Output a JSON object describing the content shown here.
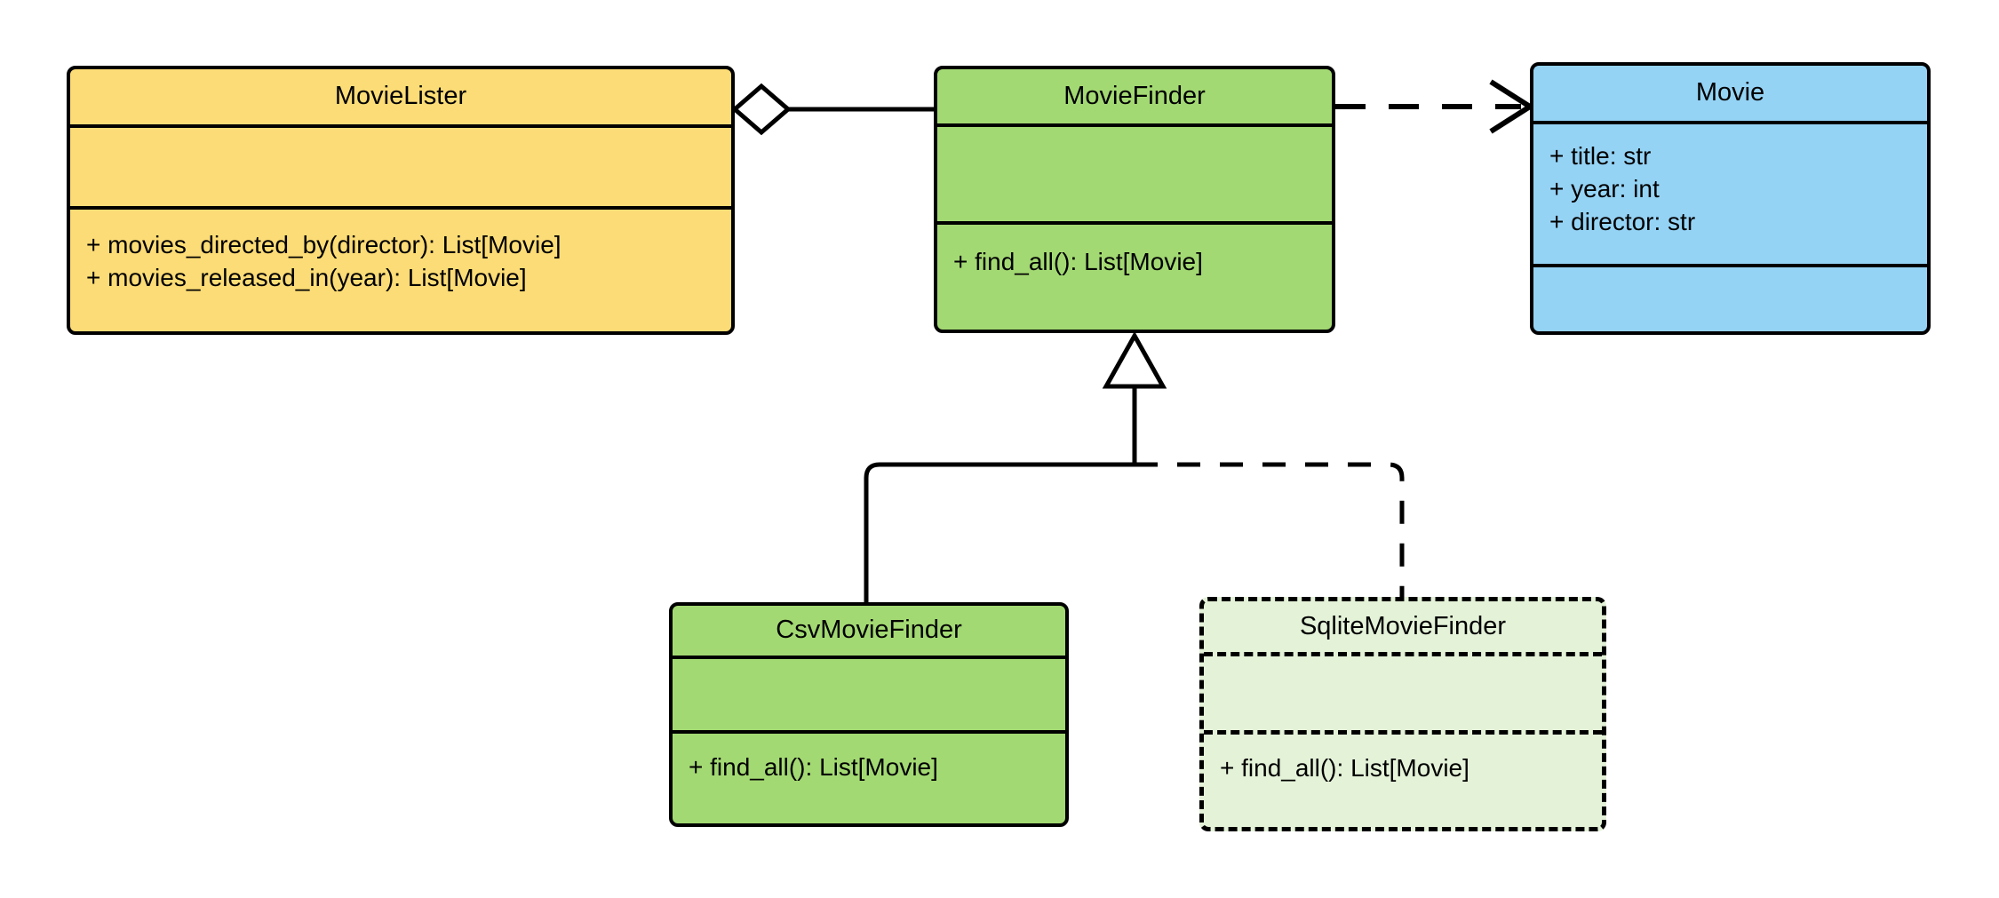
{
  "diagram": {
    "title": "MovieLister UML class diagram",
    "type": "uml-class-diagram",
    "background": "#FFFFFF",
    "stroke": "#000000",
    "colors": {
      "movielister_fill": "#FCDC76",
      "moviefinder_fill": "#A3D973",
      "movie_fill": "#95D3F5",
      "sqlite_fill": "#E4F2D8"
    }
  },
  "classes": {
    "movielister": {
      "name": "MovieLister",
      "attributes": [],
      "operations": [
        "+ movies_directed_by(director): List[Movie]",
        "+ movies_released_in(year): List[Movie]"
      ]
    },
    "moviefinder": {
      "name": "MovieFinder",
      "attributes": [],
      "operations": [
        "+ find_all(): List[Movie]"
      ]
    },
    "movie": {
      "name": "Movie",
      "attributes": [
        "+ title: str",
        "+ year: int",
        "+ director: str"
      ],
      "operations": []
    },
    "csvmoviefinder": {
      "name": "CsvMovieFinder",
      "attributes": [],
      "operations": [
        "+ find_all(): List[Movie]"
      ]
    },
    "sqlitemoviefinder": {
      "name": "SqliteMovieFinder",
      "attributes": [],
      "operations": [
        "+ find_all(): List[Movie]"
      ]
    }
  },
  "relationships": [
    {
      "id": "aggregation-movielister-moviefinder",
      "kind": "aggregation",
      "from": "MovieLister",
      "to": "MovieFinder",
      "line": "solid",
      "end_marker": "hollow-diamond"
    },
    {
      "id": "dependency-moviefinder-movie",
      "kind": "dependency",
      "from": "MovieFinder",
      "to": "Movie",
      "line": "dashed",
      "end_marker": "open-arrow"
    },
    {
      "id": "generalization-csvmoviefinder-moviefinder",
      "kind": "generalization",
      "from": "CsvMovieFinder",
      "to": "MovieFinder",
      "line": "solid",
      "end_marker": "hollow-triangle"
    },
    {
      "id": "generalization-sqlitemoviefinder-moviefinder",
      "kind": "generalization",
      "from": "SqliteMovieFinder",
      "to": "MovieFinder",
      "line": "dashed",
      "end_marker": "hollow-triangle"
    }
  ]
}
